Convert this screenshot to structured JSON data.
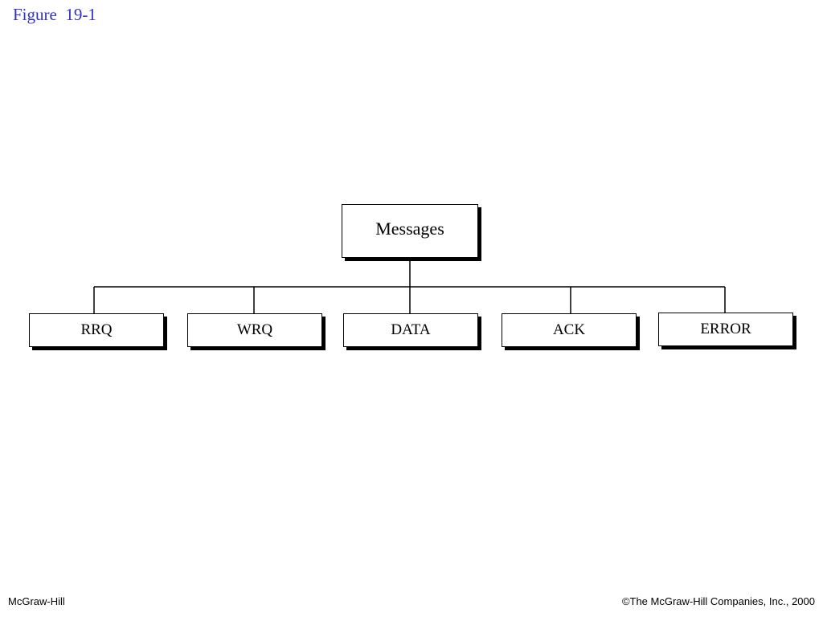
{
  "header": {
    "title": "Figure  19-1"
  },
  "diagram": {
    "root": {
      "label": "Messages"
    },
    "children": [
      {
        "label": "RRQ"
      },
      {
        "label": "WRQ"
      },
      {
        "label": "DATA"
      },
      {
        "label": "ACK"
      },
      {
        "label": "ERROR"
      }
    ]
  },
  "footer": {
    "publisher": "McGraw-Hill",
    "copyright": "©The McGraw-Hill Companies, Inc., 2000"
  },
  "colors": {
    "title": "#3333bb",
    "line": "#000000",
    "background": "#ffffff"
  }
}
